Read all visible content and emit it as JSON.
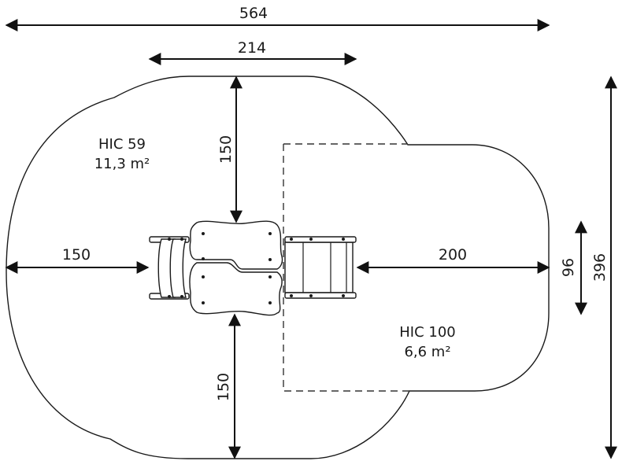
{
  "dimensions": {
    "overall_width": "564",
    "platform_width": "214",
    "overall_depth": "396",
    "equipment_depth": "96",
    "clearance_left": "150",
    "clearance_right": "200",
    "clearance_top": "150",
    "clearance_bottom": "150"
  },
  "zones": {
    "hic59": {
      "name": "HIC 59",
      "area": "11,3 m²"
    },
    "hic100": {
      "name": "HIC 100",
      "area": "6,6 m²"
    }
  }
}
